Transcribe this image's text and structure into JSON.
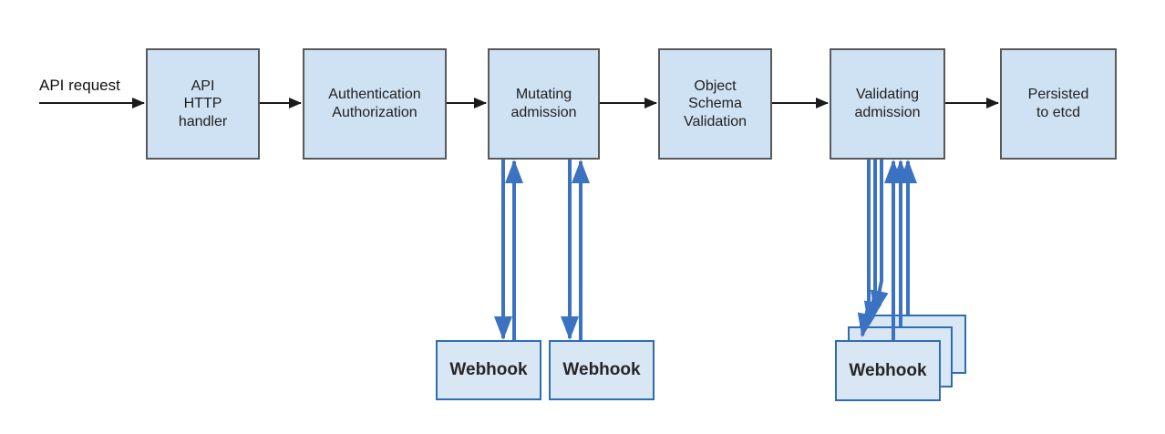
{
  "diagram": {
    "flow_label": "API request",
    "nodes": [
      {
        "id": "api-http-handler",
        "label": "API\nHTTP\nhandler"
      },
      {
        "id": "authentication-authorization",
        "label": "Authentication\nAuthorization"
      },
      {
        "id": "mutating-admission",
        "label": "Mutating\nadmission"
      },
      {
        "id": "object-schema-validation",
        "label": "Object\nSchema\nValidation"
      },
      {
        "id": "validating-admission",
        "label": "Validating\nadmission"
      },
      {
        "id": "persisted-to-etcd",
        "label": "Persisted\nto etcd"
      }
    ],
    "webhooks": {
      "mutating": [
        {
          "label": "Webhook"
        },
        {
          "label": "Webhook"
        }
      ],
      "validating": {
        "label": "Webhook",
        "stack_count": 3
      }
    },
    "colors": {
      "box_fill": "#cfe2f3",
      "box_border": "#595959",
      "webhook_fill": "#d9e7f4",
      "webhook_border": "#2e6db4",
      "arrow_black": "#1a1a1a",
      "arrow_blue": "#3b72c1"
    }
  }
}
